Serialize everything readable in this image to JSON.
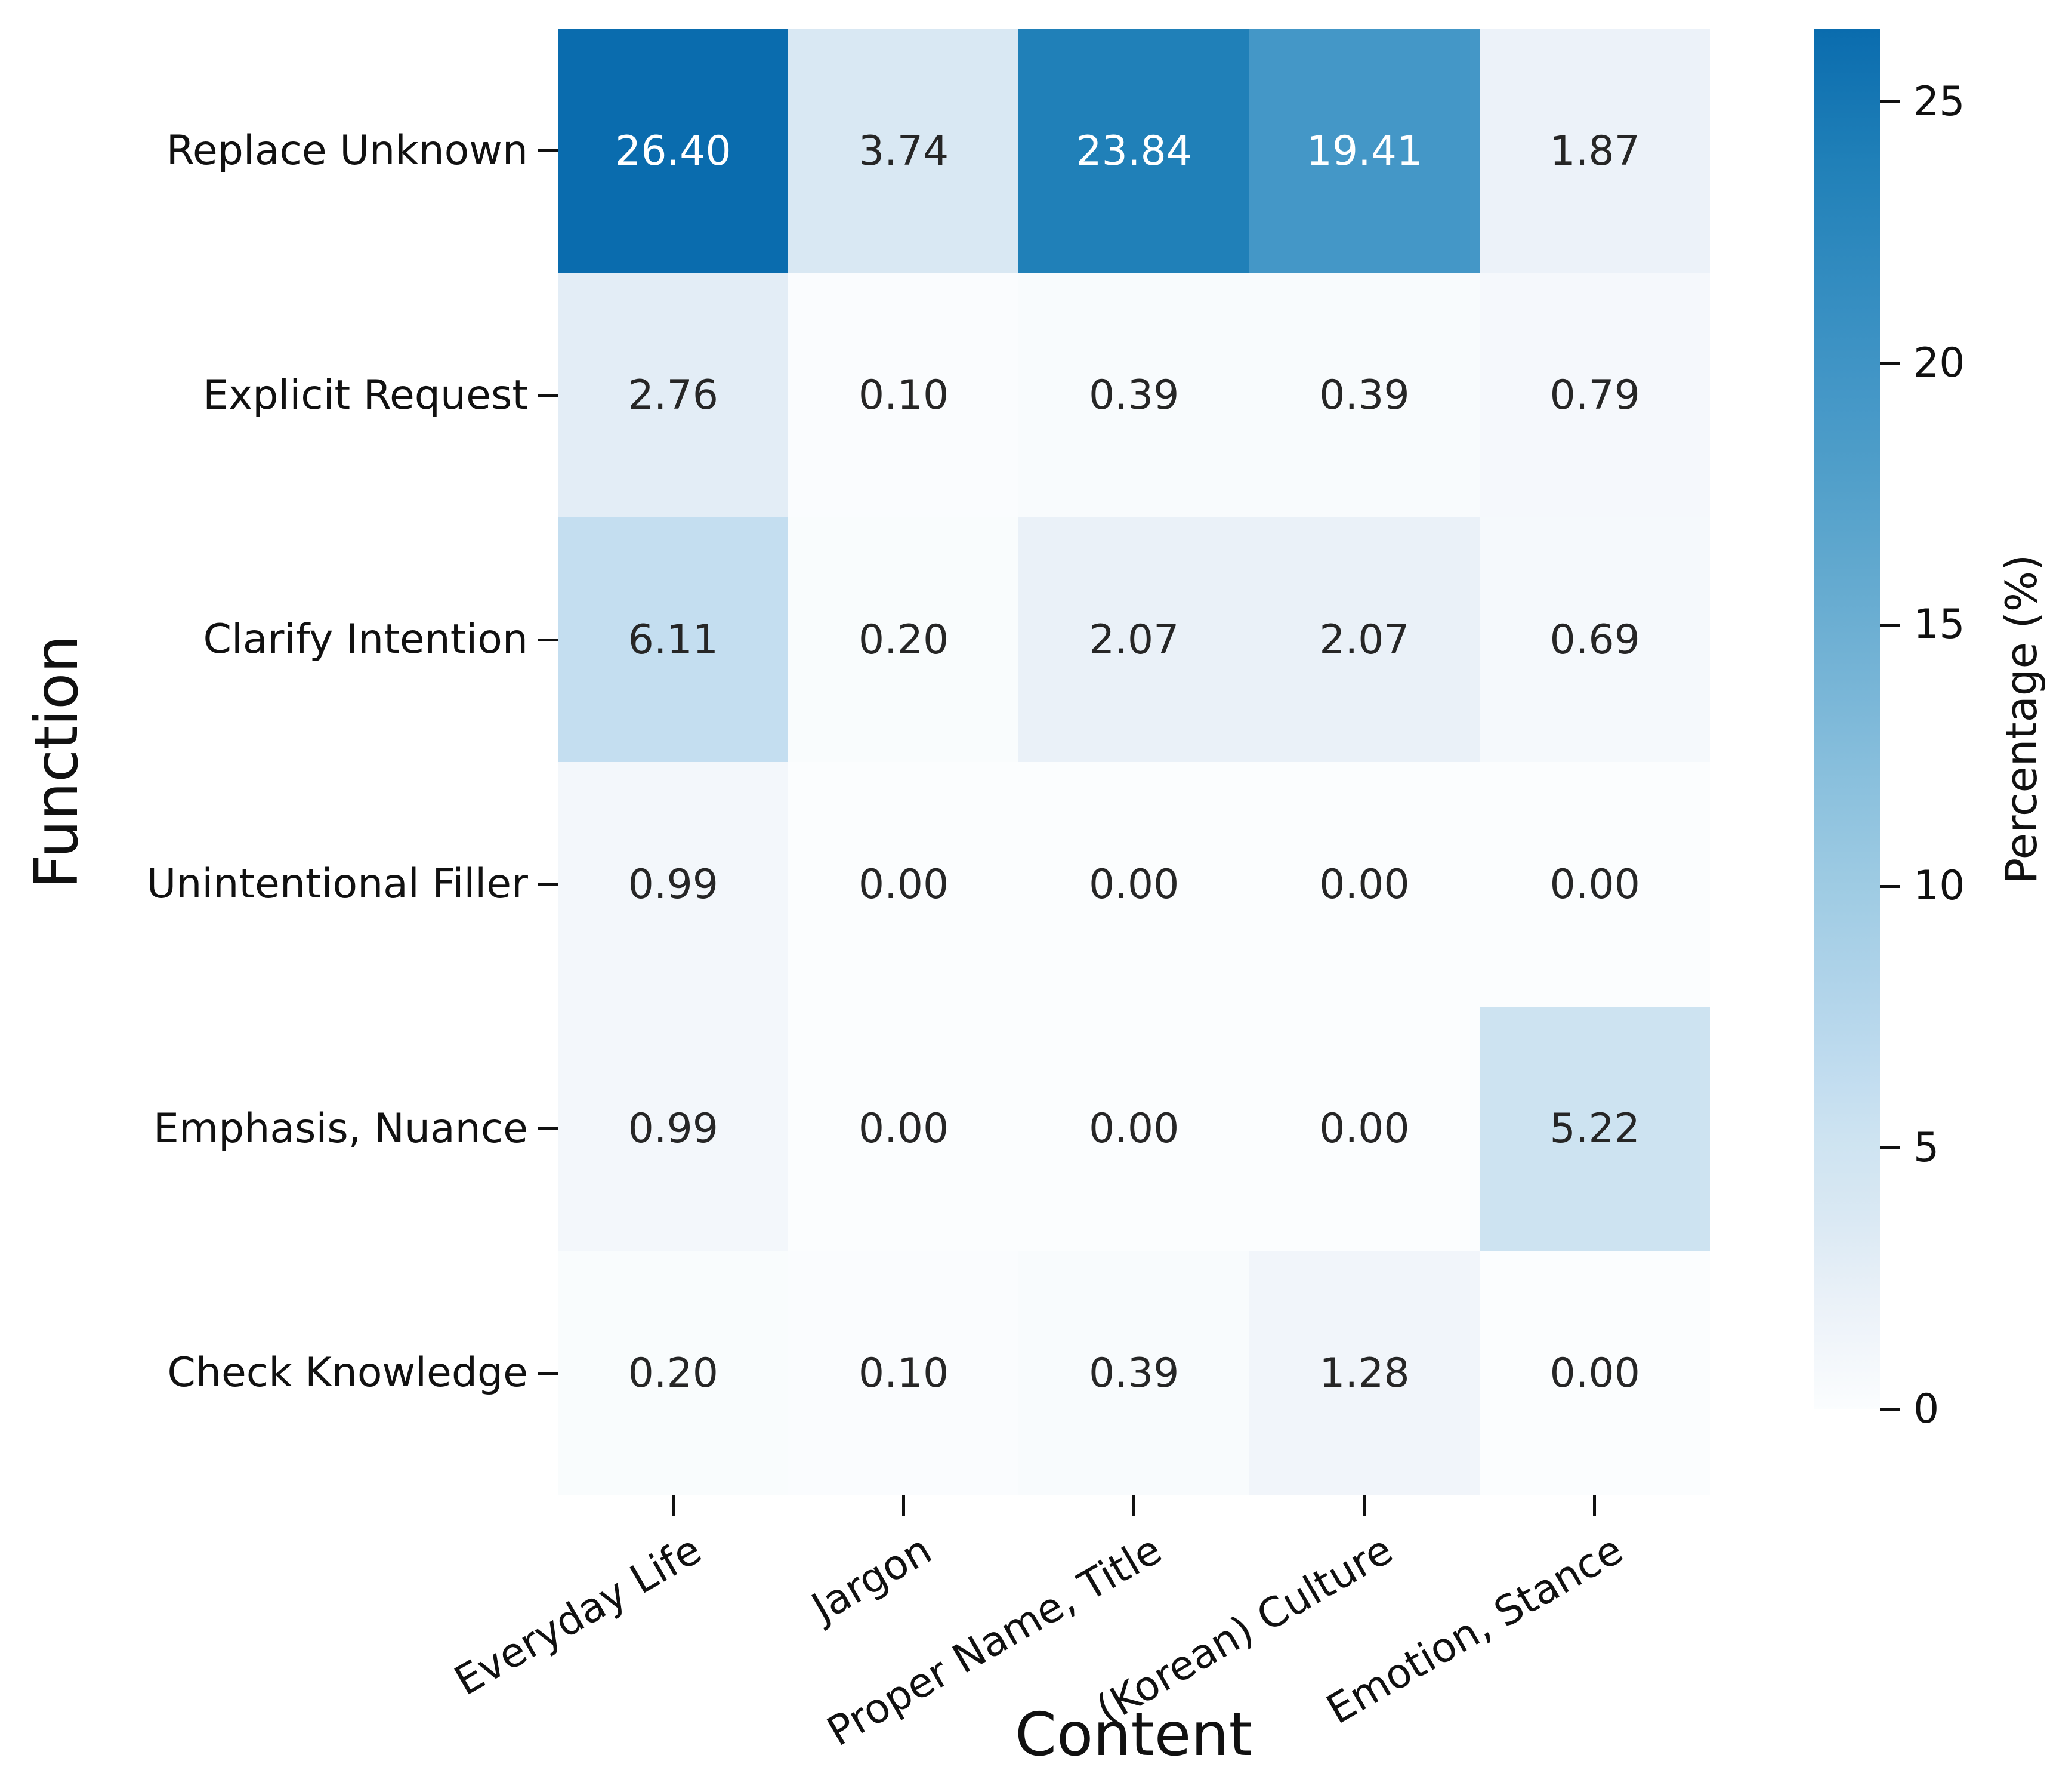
{
  "chart_data": {
    "type": "heatmap",
    "xlabel": "Content",
    "ylabel": "Function",
    "rows": [
      "Replace Unknown",
      "Explicit Request",
      "Clarify Intention",
      "Unintentional Filler",
      "Emphasis, Nuance",
      "Check Knowledge"
    ],
    "columns": [
      "Everyday Life",
      "Jargon",
      "Proper Name, Title",
      "(Korean) Culture",
      "Emotion, Stance"
    ],
    "values": [
      [
        26.4,
        3.74,
        23.84,
        19.41,
        1.87
      ],
      [
        2.76,
        0.1,
        0.39,
        0.39,
        0.79
      ],
      [
        6.11,
        0.2,
        2.07,
        2.07,
        0.69
      ],
      [
        0.99,
        0.0,
        0.0,
        0.0,
        0.0
      ],
      [
        0.99,
        0.0,
        0.0,
        0.0,
        5.22
      ],
      [
        0.2,
        0.1,
        0.39,
        1.28,
        0.0
      ]
    ],
    "value_decimals": 2,
    "colorbar": {
      "label": "Percentage (%)",
      "ticks": [
        0,
        5,
        10,
        15,
        20,
        25
      ],
      "vmin": 0,
      "vmax": 26.4
    },
    "colormap": {
      "name": "blues",
      "stops": [
        {
          "v": 0.0,
          "c": "#fbfdfe"
        },
        {
          "v": 0.99,
          "c": "#f3f7fb"
        },
        {
          "v": 2.07,
          "c": "#eaf1f8"
        },
        {
          "v": 3.74,
          "c": "#d9e8f3"
        },
        {
          "v": 5.22,
          "c": "#cde3f1"
        },
        {
          "v": 6.11,
          "c": "#c4def0"
        },
        {
          "v": 8.0,
          "c": "#b1d4ea"
        },
        {
          "v": 10.0,
          "c": "#9ecbe3"
        },
        {
          "v": 12.0,
          "c": "#8ac0dd"
        },
        {
          "v": 14.0,
          "c": "#76b4d6"
        },
        {
          "v": 16.0,
          "c": "#62a9cf"
        },
        {
          "v": 18.0,
          "c": "#4f9ec9"
        },
        {
          "v": 19.41,
          "c": "#4497c7"
        },
        {
          "v": 23.84,
          "c": "#2080b8"
        },
        {
          "v": 26.4,
          "c": "#0a6cae"
        }
      ]
    },
    "annotation_colors": {
      "light": "#ffffff",
      "dark": "#262626"
    },
    "grid": false,
    "legend_position": "right-colorbar"
  }
}
